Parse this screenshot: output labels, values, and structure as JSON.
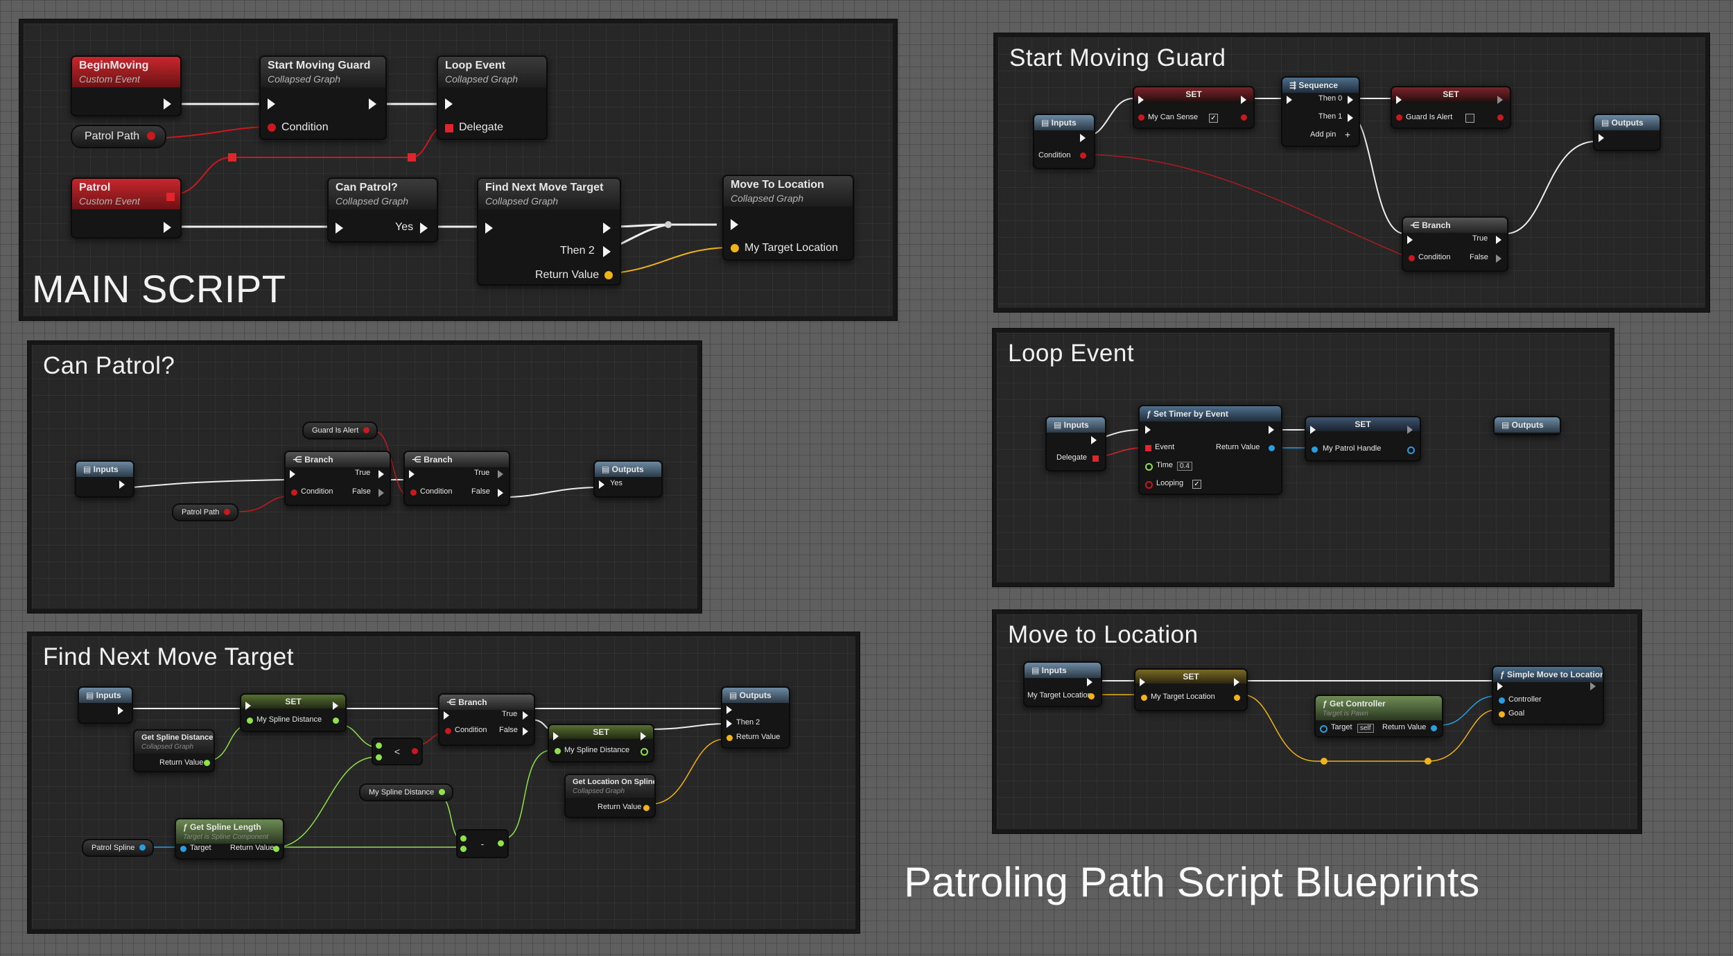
{
  "page_title": "Patroling Path Script Blueprints",
  "colors": {
    "exec": "#f4f4f4",
    "bool": "#c9191e",
    "vector": "#f0b31a",
    "float": "#8fe24a",
    "object": "#2a9ee0",
    "delegate": "#e0252b"
  },
  "main": {
    "title": "MAIN SCRIPT",
    "begin_moving": {
      "title": "BeginMoving",
      "sub": "Custom Event"
    },
    "patrol_path_var": "Patrol Path",
    "patrol": {
      "title": "Patrol",
      "sub": "Custom Event"
    },
    "start_moving_guard": {
      "title": "Start Moving Guard",
      "sub": "Collapsed Graph",
      "pin": "Condition"
    },
    "loop_event": {
      "title": "Loop Event",
      "sub": "Collapsed Graph",
      "pin": "Delegate"
    },
    "can_patrol": {
      "title": "Can Patrol?",
      "sub": "Collapsed Graph",
      "pin": "Yes"
    },
    "find_next": {
      "title": "Find Next Move Target",
      "sub": "Collapsed Graph",
      "then": "Then 2",
      "ret": "Return Value"
    },
    "move_to": {
      "title": "Move To Location",
      "sub": "Collapsed Graph",
      "pin": "My Target Location"
    }
  },
  "smg": {
    "title": "Start Moving Guard",
    "inputs": "Inputs",
    "condition": "Condition",
    "set1": {
      "title": "SET",
      "pin": "My Can Sense"
    },
    "sequence": {
      "title": "Sequence",
      "then0": "Then 0",
      "then1": "Then 1",
      "add": "Add pin"
    },
    "set2": {
      "title": "SET",
      "pin": "Guard Is Alert"
    },
    "outputs": "Outputs",
    "branch": {
      "title": "Branch",
      "cond": "Condition",
      "true": "True",
      "false": "False"
    }
  },
  "cp": {
    "title": "Can Patrol?",
    "inputs": "Inputs",
    "guard_var": "Guard Is Alert",
    "patrol_var": "Patrol Path",
    "branch1": {
      "title": "Branch",
      "cond": "Condition",
      "true": "True",
      "false": "False"
    },
    "branch2": {
      "title": "Branch",
      "cond": "Condition",
      "true": "True",
      "false": "False"
    },
    "outputs": "Outputs",
    "yes": "Yes"
  },
  "le": {
    "title": "Loop Event",
    "inputs": "Inputs",
    "delegate": "Delegate",
    "timer": {
      "title": "Set Timer by Event",
      "event": "Event",
      "time": "Time",
      "time_val": "0.4",
      "looping": "Looping",
      "ret": "Return Value"
    },
    "set": {
      "title": "SET",
      "pin": "My Patrol Handle"
    },
    "outputs": "Outputs"
  },
  "fn": {
    "title": "Find Next Move Target",
    "inputs": "Inputs",
    "set1": {
      "title": "SET",
      "pin": "My Spline Distance"
    },
    "gsd": {
      "title": "Get Spline Distance",
      "sub": "Collapsed Graph",
      "ret": "Return Value"
    },
    "less": "<",
    "branch": {
      "title": "Branch",
      "cond": "Condition",
      "true": "True",
      "false": "False"
    },
    "set2": {
      "title": "SET",
      "pin": "My Spline Distance"
    },
    "outputs": {
      "title": "Outputs",
      "then2": "Then 2",
      "ret": "Return Value"
    },
    "dist_var": "My Spline Distance",
    "glos": {
      "title": "Get Location On Spline",
      "sub": "Collapsed Graph",
      "ret": "Return Value"
    },
    "gsl": {
      "title": "Get Spline Length",
      "sub": "Target is Spline Component",
      "target": "Target",
      "ret": "Return Value"
    },
    "spline_var": "Patrol Spline",
    "minus": "-"
  },
  "mtl": {
    "title": "Move to Location",
    "inputs": "Inputs",
    "in_pin": "My Target Location",
    "set": {
      "title": "SET",
      "pin": "My Target Location"
    },
    "gc": {
      "title": "Get Controller",
      "sub": "Target is Pawn",
      "target": "Target",
      "self": "self",
      "ret": "Return Value"
    },
    "sml": {
      "title": "Simple Move to Location",
      "controller": "Controller",
      "goal": "Goal"
    }
  }
}
